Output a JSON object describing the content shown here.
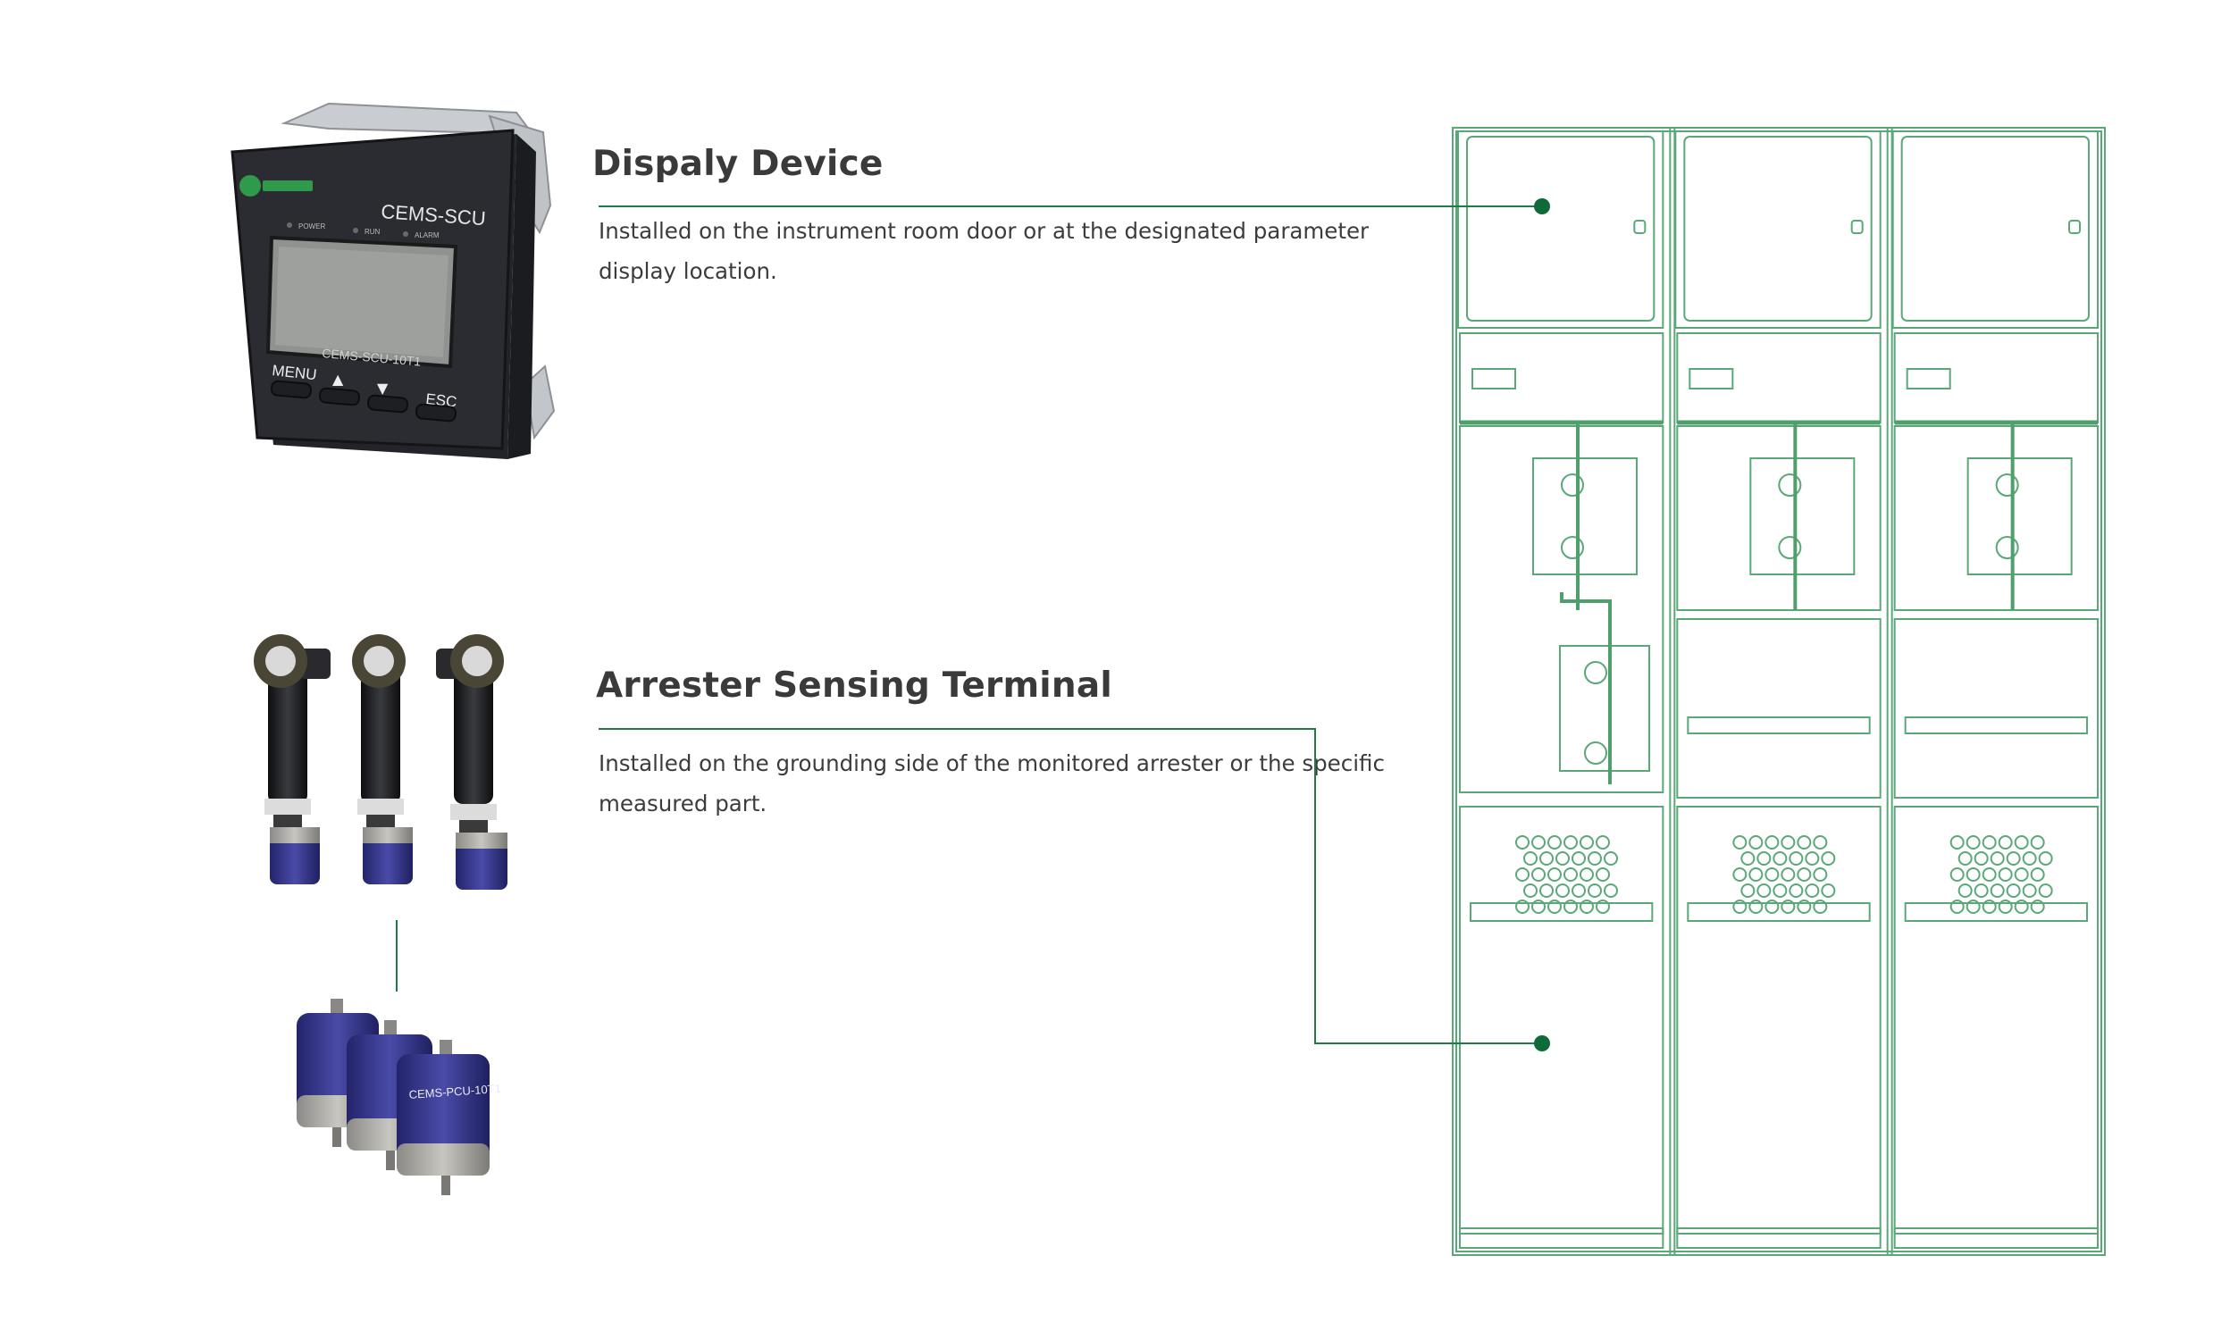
{
  "colors": {
    "line_accent": "#1e7a46",
    "dot_accent": "#0f6a3a",
    "cabinet_stroke": "#5aa878",
    "cabinet_bus": "#4f9f6c",
    "heading": "#3a3a3a",
    "text": "#3c3c3c"
  },
  "display_device": {
    "title": "Dispaly Device",
    "description": "Installed on the instrument room door or at the designated parameter display location.",
    "photo": {
      "brand_label": "CEMS-SCU",
      "model_label": "CEMS-SCU-10T1",
      "led_labels": [
        "POWER",
        "RUN",
        "ALARM"
      ],
      "buttons": [
        "MENU",
        "▲",
        "▼",
        "ESC"
      ]
    }
  },
  "arrester_terminal": {
    "title": "Arrester Sensing Terminal",
    "description": "Installed on the grounding side of the monitored arrester or the specific measured part.",
    "photo": {
      "device_label": "CEMS-PCU-10T1"
    }
  },
  "switchgear": {
    "cabinets": 3
  }
}
